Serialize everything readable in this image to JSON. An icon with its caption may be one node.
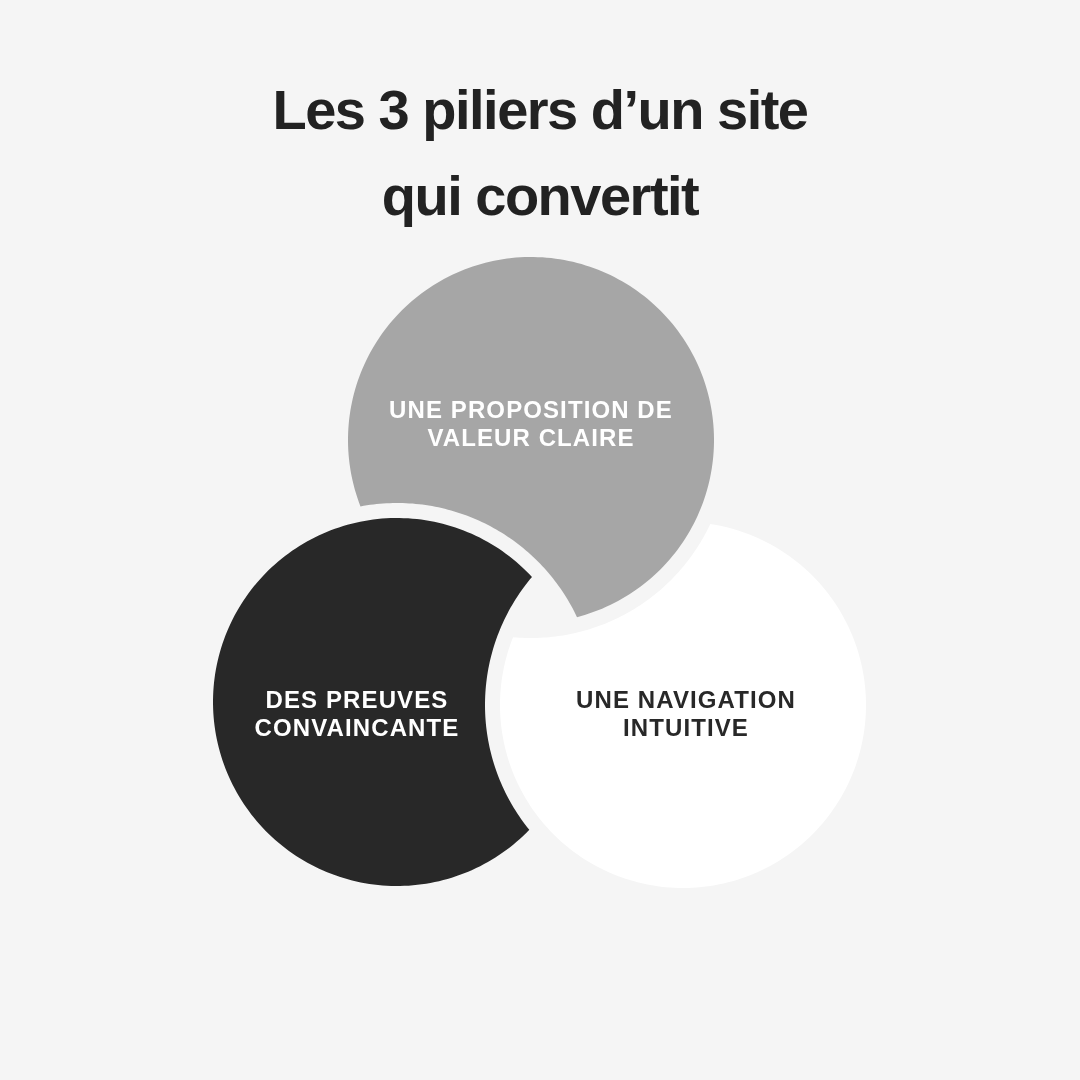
{
  "diagram": {
    "title": "Les 3 piliers d’un site qui convertit",
    "nodes": [
      {
        "text": [
          "UNE PROPOSITION DE VALEUR CLAIRE"
        ]
      },
      {
        "text": [
          "DES PREUVES CONVAINCANTE"
        ]
      },
      {
        "text": [
          "UNE NAVIGATION INTUITIVE"
        ]
      }
    ]
  }
}
